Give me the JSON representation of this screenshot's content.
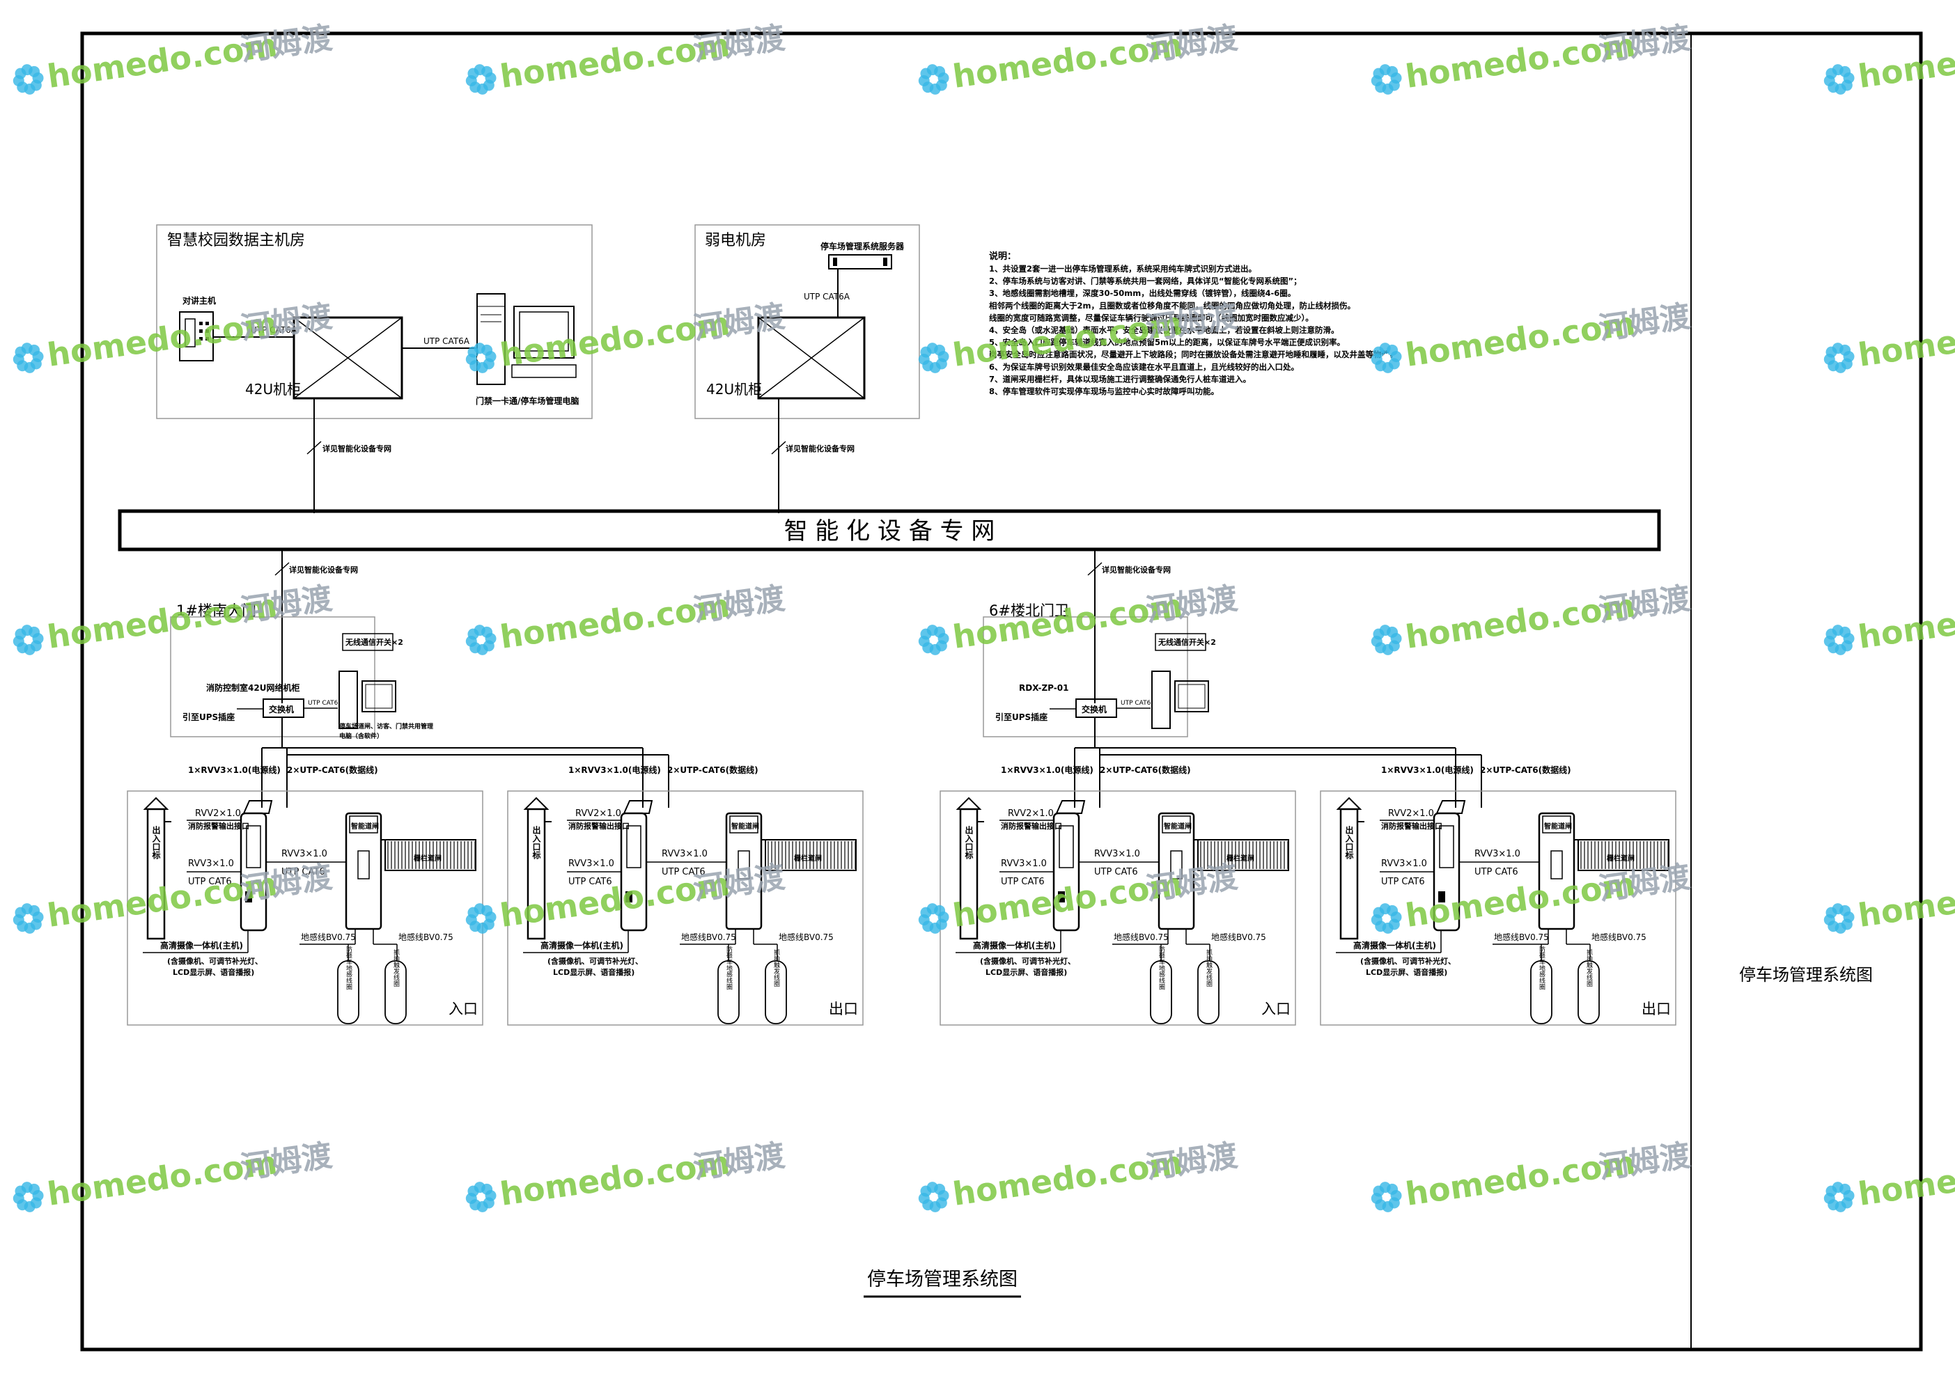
{
  "drawing": {
    "main_title": "停车场管理系统图",
    "side_title": "停车场管理系统图",
    "backbone_label": "智 能 化 设 备 专 网"
  },
  "rooms": {
    "campus_data_room": {
      "title": "智慧校园数据主机房",
      "intercom_label": "对讲主机",
      "cabinet_label": "42U机柜",
      "link_left": "UTP CAT6A",
      "link_right": "UTP CAT6A",
      "pc_caption": "门禁一卡通/停车场管理电脑",
      "uplink_label": "详见智能化设备专网"
    },
    "weak_current_room": {
      "title": "弱电机房",
      "server_label": "停车场管理系统服务器",
      "link_label": "UTP CAT6A",
      "cabinet_label": "42U机柜",
      "uplink_label": "详见智能化设备专网"
    }
  },
  "notes": {
    "heading": "说明：",
    "lines": [
      "1、共设置2套一进一出停车场管理系统，系统采用纯车牌式识别方式进出。",
      "2、停车场系统与访客对讲、门禁等系统共用一套网络，具体详见“智能化专网系统图”；",
      "3、地感线圈需割地槽埋，深度30-50mm，出线处需穿线（镀锌管），线圈绕4-6圈。",
      "相邻两个线圈的距离大于2m，且圈数或者位移角度不能同，线圈的四角应做切角处理，防止线材损伤。",
      "线圈的宽度可随路宽调整，尽量保证车辆行驶通过压到线圈即可（线圈加宽时圈数应减少）。",
      "4、安全岛（或水泥基础）表面水平，安全岛建议设置在水平地面上，若设置在斜坡上则注意防滑。",
      "5、安全岛入口应距停车辅道线宽入的地点预留5m以上的距离，以保证车牌号水平端正便成识别率。",
      "岗亭安全岛时应注意路面状况，尽量避开上下坡路段；同时在摄放设备处需注意避开地睡和履睡，以及井盖等物件。",
      "6、为保证车牌号识别效果最佳安全岛应该建在水平且直道上，且光线较好的出入口处。",
      "7、道闸采用栅栏杆，具体以现场施工进行调整确保通免行人桩车道进入。",
      "8、停车管理软件可实现停车现场与监控中心实时故障呼叫功能。"
    ]
  },
  "sites": [
    {
      "title": "1#楼南大门",
      "riser_label": "详见智能化设备专网",
      "wireless_label": "无线通信开关×2",
      "cabinet_note": "消防控制室42U网络机柜",
      "ups_note": "引至UPS插座",
      "switch_label": "交换机",
      "switch_link": "UTP CAT6",
      "pc_caption_1": "停车场道闸、访客、门禁共用管理",
      "pc_caption_2": "电脑（含软件）"
    },
    {
      "title": "6#楼北门卫",
      "riser_label": "详见智能化设备专网",
      "wireless_label": "无线通信开关×2",
      "cabinet_note": "RDX-ZP-01",
      "ups_note": "引至UPS插座",
      "switch_label": "交换机",
      "switch_link": "UTP CAT6",
      "pc_caption_1": "",
      "pc_caption_2": ""
    }
  ],
  "lanes": [
    {
      "name": "入口",
      "cable_power": "1×RVV3×1.0(电源线)",
      "cable_net": "2×UTP-CAT6(数据线)",
      "rvv2": "RVV2×1.0",
      "fire_iface": "消防报警输出接口",
      "rvv3_left": "RVV3×1.0",
      "utp_left": "UTP CAT6",
      "rvv3_right": "RVV3×1.0",
      "utp_right": "UTP CAT6",
      "gate_label": "智能道闸",
      "boom_label": "栅栏道闸",
      "kiosk_label": "出入口标",
      "camera_note": "高清摄像一体机(主机)",
      "camera_spec_1": "(含摄像机、可调节补光灯、",
      "camera_spec_2": "LCD显示屏、语音播报)",
      "loop_wire_1": "地感线BV0.75",
      "loop_wire_2": "地感线BV0.75",
      "loop_1": "防砸车地感线圈",
      "loop_2": "抓拍触发线圈"
    },
    {
      "name": "出口",
      "cable_power": "1×RVV3×1.0(电源线)",
      "cable_net": "2×UTP-CAT6(数据线)",
      "rvv2": "RVV2×1.0",
      "fire_iface": "消防报警输出接口",
      "rvv3_left": "RVV3×1.0",
      "utp_left": "UTP CAT6",
      "rvv3_right": "RVV3×1.0",
      "utp_right": "UTP CAT6",
      "gate_label": "智能道闸",
      "boom_label": "栅栏道闸",
      "kiosk_label": "出入口标",
      "camera_note": "高清摄像一体机(主机)",
      "camera_spec_1": "(含摄像机、可调节补光灯、",
      "camera_spec_2": "LCD显示屏、语音播报)",
      "loop_wire_1": "地感线BV0.75",
      "loop_wire_2": "地感线BV0.75",
      "loop_1": "防砸车地感线圈",
      "loop_2": "抓拍触发线圈"
    },
    {
      "name": "入口",
      "cable_power": "1×RVV3×1.0(电源线)",
      "cable_net": "2×UTP-CAT6(数据线)",
      "rvv2": "RVV2×1.0",
      "fire_iface": "消防报警输出接口",
      "rvv3_left": "RVV3×1.0",
      "utp_left": "UTP CAT6",
      "rvv3_right": "RVV3×1.0",
      "utp_right": "UTP CAT6",
      "gate_label": "智能道闸",
      "boom_label": "栅栏道闸",
      "kiosk_label": "出入口标",
      "camera_note": "高清摄像一体机(主机)",
      "camera_spec_1": "(含摄像机、可调节补光灯、",
      "camera_spec_2": "LCD显示屏、语音播报)",
      "loop_wire_1": "地感线BV0.75",
      "loop_wire_2": "地感线BV0.75",
      "loop_1": "防砸车地感线圈",
      "loop_2": "抓拍触发线圈"
    },
    {
      "name": "出口",
      "cable_power": "1×RVV3×1.0(电源线)",
      "cable_net": "2×UTP-CAT6(数据线)",
      "rvv2": "RVV2×1.0",
      "fire_iface": "消防报警输出接口",
      "rvv3_left": "RVV3×1.0",
      "utp_left": "UTP CAT6",
      "rvv3_right": "RVV3×1.0",
      "utp_right": "UTP CAT6",
      "gate_label": "智能道闸",
      "boom_label": "栅栏道闸",
      "kiosk_label": "出入口标",
      "camera_note": "高清摄像一体机(主机)",
      "camera_spec_1": "(含摄像机、可调节补光灯、",
      "camera_spec_2": "LCD显示屏、语音播报)",
      "loop_wire_1": "地感线BV0.75",
      "loop_wire_2": "地感线BV0.75",
      "loop_1": "防砸车地感线圈",
      "loop_2": "抓拍触发线圈"
    }
  ],
  "watermark": {
    "brand": "homedo.com",
    "cn": "河姆渡"
  },
  "colors": {
    "line": "#000000",
    "frame": "#000000",
    "watermark_green": "#7ec843",
    "watermark_flower": "#36b7e6"
  }
}
